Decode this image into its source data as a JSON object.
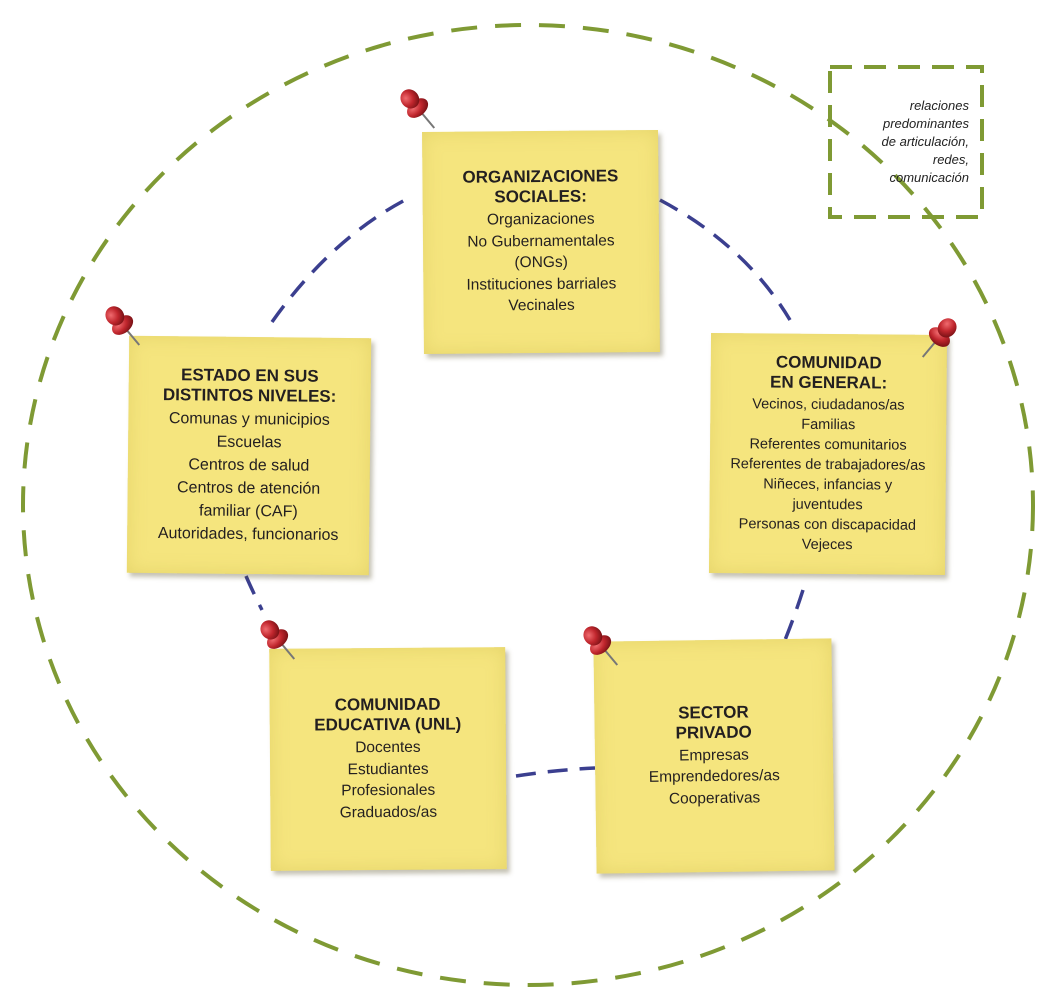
{
  "legend": {
    "lines": [
      "relaciones",
      "predominantes",
      "de articulación,",
      "redes,",
      "comunicación"
    ]
  },
  "nodes": {
    "organizaciones": {
      "title": [
        "ORGANIZACIONES",
        "SOCIALES:"
      ],
      "items": [
        "Organizaciones",
        "No Gubernamentales",
        "(ONGs)",
        "Instituciones barriales",
        "Vecinales"
      ]
    },
    "estado": {
      "title": [
        "ESTADO EN SUS",
        "DISTINTOS NIVELES:"
      ],
      "items": [
        "Comunas y municipios",
        "Escuelas",
        "Centros de salud",
        "Centros de atención",
        "familiar (CAF)",
        "Autoridades, funcionarios"
      ]
    },
    "comunidad": {
      "title": [
        "COMUNIDAD",
        "EN GENERAL:"
      ],
      "items": [
        "Vecinos, ciudadanos/as",
        "Familias",
        "Referentes comunitarios",
        "Referentes de trabajadores/as",
        "Niñeces, infancias y",
        "juventudes",
        "Personas con discapacidad",
        "Vejeces"
      ]
    },
    "educativa": {
      "title": [
        "COMUNIDAD",
        "EDUCATIVA (UNL)"
      ],
      "items": [
        "Docentes",
        "Estudiantes",
        "Profesionales",
        "Graduados/as"
      ]
    },
    "privado": {
      "title": [
        "SECTOR",
        "PRIVADO"
      ],
      "items": [
        "Empresas",
        "Emprendedores/as",
        "Cooperativas"
      ]
    },
    "colors": {
      "note": "#f5e57e",
      "inner_dash": "#3b3f8f",
      "outer_dash": "#7f9a34",
      "pin": "#c0262d"
    }
  }
}
